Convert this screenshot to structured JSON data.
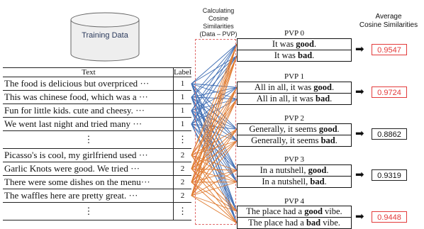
{
  "training_data": {
    "label": "Training Data"
  },
  "calc_header": {
    "line1": "Calculating",
    "line2": "Cosine",
    "line3": "Similarities",
    "line4": "(Data – PVP)"
  },
  "avg_header": {
    "line1": "Average",
    "line2": "Cosine Similarities"
  },
  "table": {
    "col_text": "Text",
    "col_label": "Label",
    "rows": [
      {
        "text": "The food is delicious but overpriced ···",
        "label": "1"
      },
      {
        "text": "This was chinese food, which was a ···",
        "label": "1"
      },
      {
        "text": "Fun for little kids. cute and cheesy. ···",
        "label": "1"
      },
      {
        "text": "We went last night and tried many ···",
        "label": "1"
      },
      {
        "text": "⋮",
        "label": "⋮"
      },
      {
        "text": "Picasso's is cool, my girlfriend used ···",
        "label": "2"
      },
      {
        "text": "Garlic Knots were good. We tried ···",
        "label": "2"
      },
      {
        "text": "There were some dishes on the menu···",
        "label": "2"
      },
      {
        "text": "The waffles here are pretty great. ···",
        "label": "2"
      },
      {
        "text": "⋮",
        "label": "⋮"
      }
    ]
  },
  "pvps": [
    {
      "title": "PVP 0",
      "good": {
        "pre": "It was ",
        "word": "good",
        "post": "."
      },
      "bad": {
        "pre": "It was ",
        "word": "bad",
        "post": "."
      },
      "score": "0.9547",
      "highlight": true
    },
    {
      "title": "PVP 1",
      "good": {
        "pre": "All in all, it was ",
        "word": "good",
        "post": "."
      },
      "bad": {
        "pre": "All in all, it was ",
        "word": "bad",
        "post": "."
      },
      "score": "0.9724",
      "highlight": true
    },
    {
      "title": "PVP 2",
      "good": {
        "pre": "Generally, it seems ",
        "word": "good",
        "post": "."
      },
      "bad": {
        "pre": "Generally, it seems ",
        "word": "bad",
        "post": "."
      },
      "score": "0.8862",
      "highlight": false
    },
    {
      "title": "PVP 3",
      "good": {
        "pre": "In a nutshell, ",
        "word": "good",
        "post": "."
      },
      "bad": {
        "pre": "In a nutshell, ",
        "word": "bad",
        "post": "."
      },
      "score": "0.9319",
      "highlight": false
    },
    {
      "title": "PVP 4",
      "good": {
        "pre": "The place had a ",
        "word": "good",
        "post": " vibe."
      },
      "bad": {
        "pre": "The place had a ",
        "word": "bad",
        "post": " vibe."
      },
      "score": "0.9448",
      "highlight": true
    }
  ],
  "colors": {
    "label1_lines": "#3f6eb4",
    "label2_lines": "#e07a2e",
    "highlight": "#e33b3b",
    "dashed_box": "#e06b6b"
  }
}
